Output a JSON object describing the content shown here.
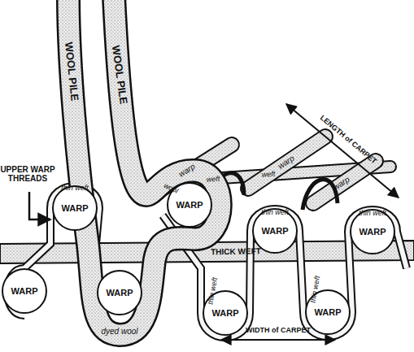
{
  "diagram": {
    "nodes": [
      {
        "text": [
          "WARP"
        ]
      },
      {
        "text": [
          "WARP"
        ]
      },
      {
        "text": [
          "WARP"
        ]
      },
      {
        "text": [
          "WARP"
        ]
      },
      {
        "text": [
          "WARP"
        ]
      },
      {
        "text": [
          "WARP"
        ]
      },
      {
        "text": [
          "WARP"
        ]
      },
      {
        "text": [
          "WARP"
        ]
      }
    ],
    "labels": [
      "WOOL PILE",
      "WOOL PILE",
      "UPPER WARP THREADS",
      "thin weft",
      "wool",
      "thin weft",
      "thin weft",
      "THICK WEFT",
      "thin weft",
      "thin weft",
      "dyed wool",
      "warp",
      "weft",
      "warp",
      "weft",
      "warp",
      "LENGTH of CARPET",
      "WIDTH of CARPET"
    ]
  }
}
